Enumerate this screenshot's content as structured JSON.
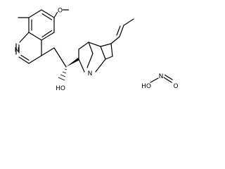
{
  "structures": {
    "quinine": {
      "atoms": {
        "methoxy_o": "O",
        "quinoline_n": "N",
        "quinuclidine_n": "N",
        "hydroxyl": "HO"
      }
    },
    "nitrous_acid": {
      "atoms": {
        "hydroxyl": "HO",
        "nitrogen": "N",
        "oxo": "O"
      }
    }
  },
  "colors": {
    "ink": "#000000",
    "background": "#ffffff"
  }
}
